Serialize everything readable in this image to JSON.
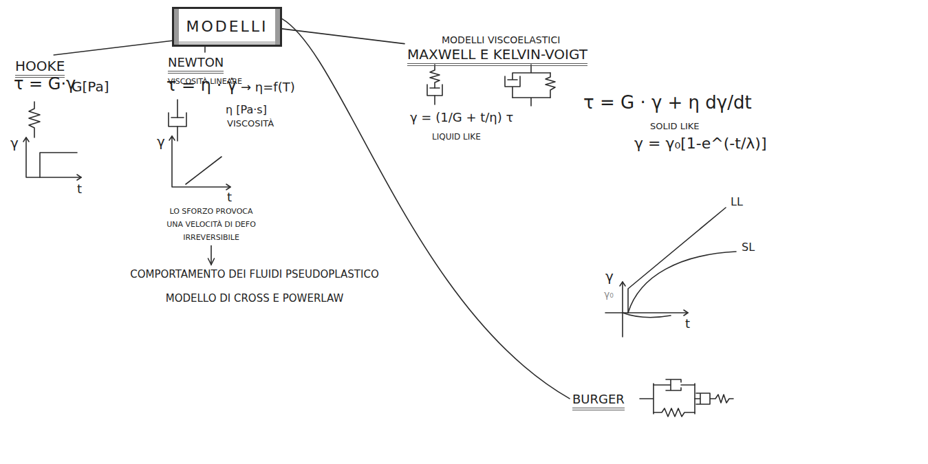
{
  "diagram": {
    "nodes": [
      {
        "text": [
          "MODELLI"
        ]
      },
      {
        "text": [
          "HOOKE"
        ]
      },
      {
        "text": [
          "NEWTON",
          "VISCOSITÀ LINEARE"
        ]
      },
      {
        "text": [
          "MODELLI VISCOELASTICI",
          "MAXWELL E KELVIN-VOIGT"
        ]
      },
      {
        "text": [
          "BURGER"
        ]
      },
      {
        "text": [
          "LO SFORZO PROVOCA UNA VELOCITÀ DI DEFO IRREVERSIBILE"
        ]
      },
      {
        "text": [
          "COMPORTAMENTO DEI FLUIDI PSEUDOPLASTICO",
          "MODELLO DI CROSS E POWERLAW"
        ]
      }
    ],
    "edges": [
      {
        "from": 0,
        "to": 1,
        "arrow": "none"
      },
      {
        "from": 0,
        "to": 2,
        "arrow": "none"
      },
      {
        "from": 0,
        "to": 3,
        "arrow": "none"
      },
      {
        "from": 0,
        "to": 4,
        "arrow": "none"
      },
      {
        "from": 5,
        "to": 6,
        "arrow": "to"
      }
    ],
    "labels": [
      "τ = G·γ",
      "G[Pa]",
      "γ",
      "t",
      "τ = η · γ̇",
      "→ η=f(T)",
      "η [Pa·s]",
      "VISCOSITÀ",
      "γ",
      "t",
      "γ = (1/G + t/η) τ",
      "LIQUID LIKE",
      "τ = G · γ + η dγ/dt",
      "SOLID LIKE",
      "γ = γ₀[1-e^(-t/λ)]",
      "γ",
      "LL",
      "SL",
      "γ₀",
      "t"
    ]
  }
}
